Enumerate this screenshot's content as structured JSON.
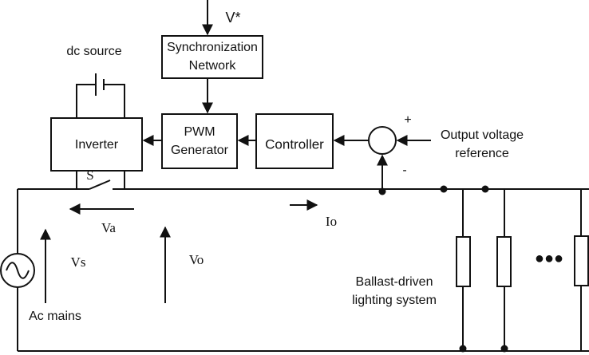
{
  "blocks": {
    "sync": [
      "Synchronization",
      "Network"
    ],
    "pwm": [
      "PWM",
      "Generator"
    ],
    "controller": "Controller",
    "inverter": "Inverter"
  },
  "labels": {
    "v_star": "V*",
    "dc_source": "dc source",
    "switch": "S",
    "va": "Va",
    "vs": "Vs",
    "vo": "Vo",
    "io": "Io",
    "plus": "+",
    "minus": "-",
    "output_ref": [
      "Output voltage",
      "reference"
    ],
    "ballast": [
      "Ballast-driven",
      "lighting system"
    ],
    "ac_mains": "Ac mains",
    "ellipsis": "●●●"
  },
  "colors": {
    "line": "#111111",
    "background": "#ffffff"
  }
}
